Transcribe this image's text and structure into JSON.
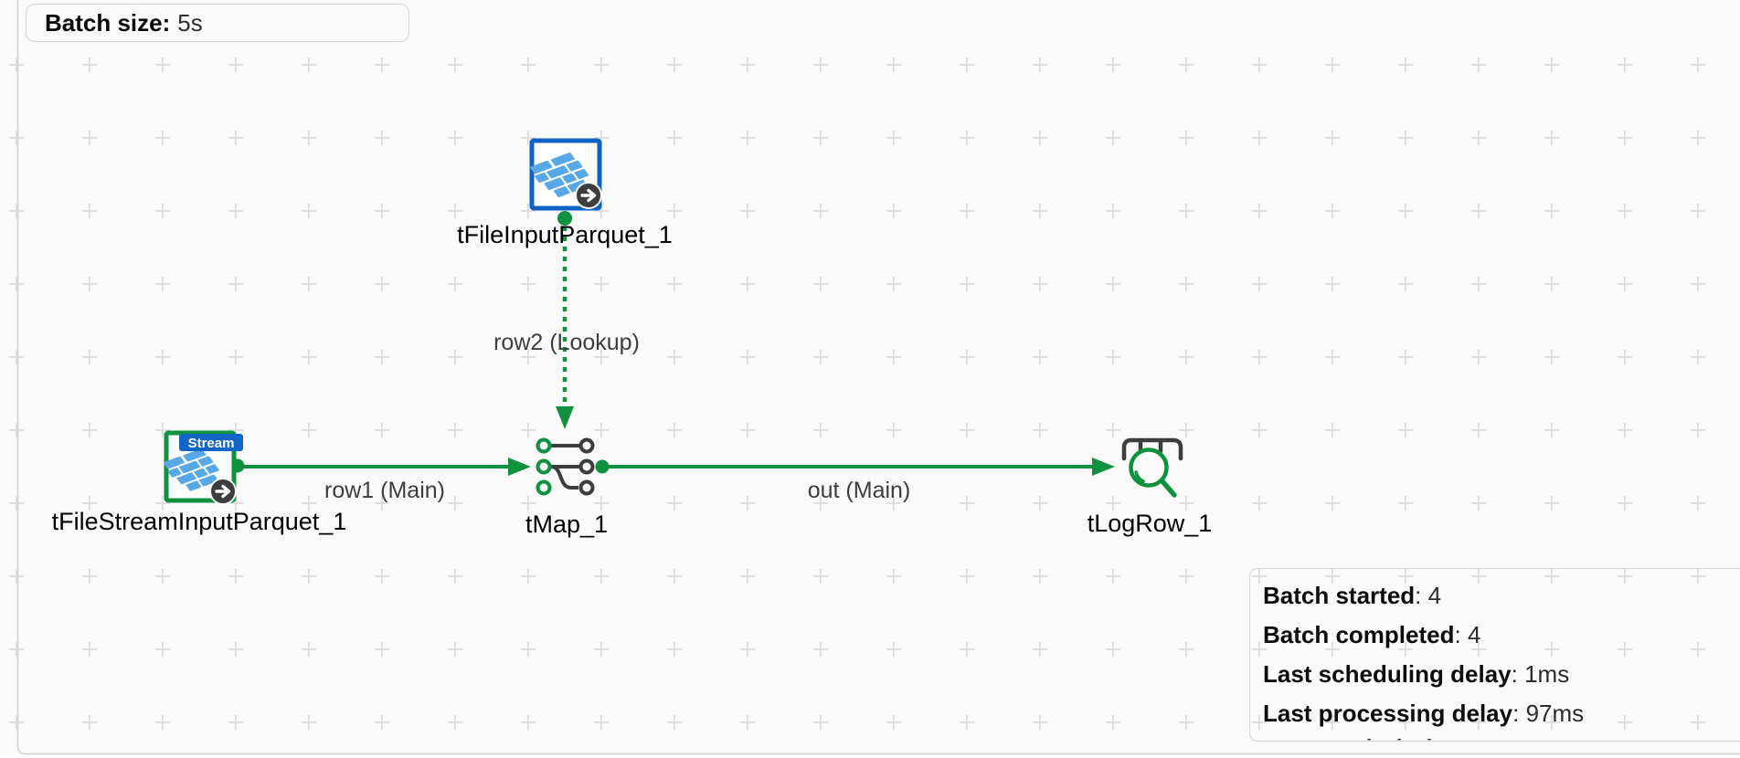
{
  "colors": {
    "canvas_bg": "#fafafa",
    "grid_mark": "#dcdcdc",
    "box_border": "#d7d7d7",
    "connection_green": "#0f9140",
    "component_blue": "#0e63c2",
    "parquet_blue": "#58a8e8",
    "dark_gray": "#3d3d3d",
    "badge_blue": "#1065c5"
  },
  "batch_info": {
    "label": "Batch size:",
    "value": "5s"
  },
  "canvas": {
    "components": [
      {
        "id": "tFileInputParquet_1",
        "label": "tFileInputParquet_1"
      },
      {
        "id": "tFileStreamInputParquet_1",
        "label": "tFileStreamInputParquet_1",
        "badge": "Stream"
      },
      {
        "id": "tMap_1",
        "label": "tMap_1"
      },
      {
        "id": "tLogRow_1",
        "label": "tLogRow_1"
      }
    ],
    "connections": [
      {
        "id": "row1",
        "label": "row1 (Main)",
        "type": "main"
      },
      {
        "id": "row2",
        "label": "row2 (Lookup)",
        "type": "lookup"
      },
      {
        "id": "out",
        "label": "out (Main)",
        "type": "main"
      }
    ]
  },
  "stats": {
    "separator": ": ",
    "lines": [
      {
        "label": "Batch started",
        "value": "4"
      },
      {
        "label": "Batch completed",
        "value": "4"
      },
      {
        "label": "Last scheduling delay",
        "value": "1ms"
      },
      {
        "label": "Last processing delay",
        "value": "97ms"
      }
    ],
    "clipped_hint": "- - -"
  }
}
